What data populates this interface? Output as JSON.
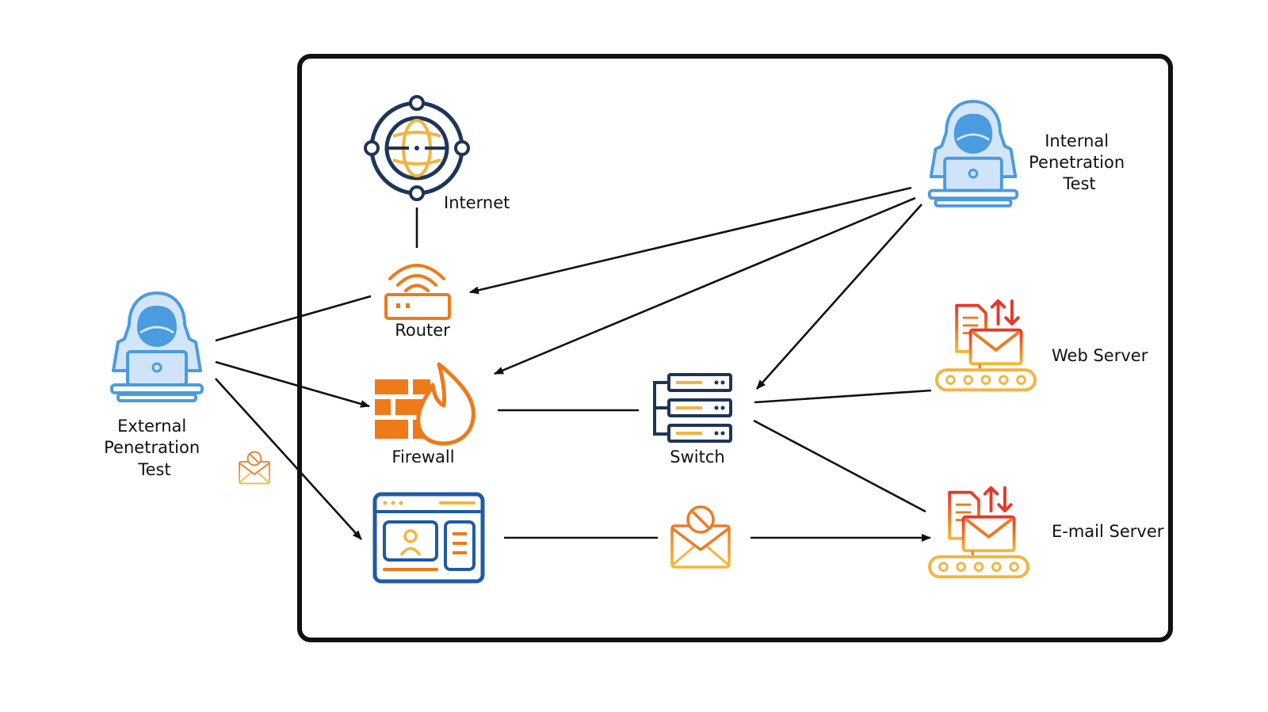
{
  "diagram": {
    "nodes": {
      "internet": {
        "label": "Internet",
        "icon": "globe-network-icon"
      },
      "router": {
        "label": "Router",
        "icon": "wifi-router-icon"
      },
      "firewall": {
        "label": "Firewall",
        "icon": "firewall-icon"
      },
      "switch": {
        "label": "Switch",
        "icon": "server-stack-icon"
      },
      "web_server": {
        "label": "Web Server",
        "icon": "mail-server-icon"
      },
      "email_server": {
        "label": "E-mail Server",
        "icon": "mail-server-icon"
      },
      "web_app": {
        "label": "",
        "icon": "browser-window-user-icon"
      },
      "mail": {
        "label": "",
        "icon": "blocked-mail-icon"
      },
      "external_tester": {
        "label_lines": [
          "External",
          "Penetration",
          "Test"
        ],
        "icon": "hacker-laptop-icon"
      },
      "internal_tester": {
        "label_lines": [
          "Internal",
          "Penetration",
          "Test"
        ],
        "icon": "hacker-laptop-icon"
      }
    },
    "edges": [
      {
        "from": "internet",
        "to": "router",
        "arrow": false
      },
      {
        "from": "external_tester",
        "to": "router",
        "arrow": false
      },
      {
        "from": "external_tester",
        "to": "firewall",
        "arrow": true
      },
      {
        "from": "external_tester",
        "to": "web_app",
        "arrow": true
      },
      {
        "from": "internal_tester",
        "to": "router",
        "arrow": true
      },
      {
        "from": "internal_tester",
        "to": "firewall",
        "arrow": true
      },
      {
        "from": "internal_tester",
        "to": "switch",
        "arrow": true
      },
      {
        "from": "firewall",
        "to": "switch",
        "arrow": false
      },
      {
        "from": "web_server",
        "to": "switch",
        "arrow": false
      },
      {
        "from": "switch",
        "to": "email_server",
        "arrow": false
      },
      {
        "from": "web_app",
        "to": "mail",
        "arrow": false
      },
      {
        "from": "mail",
        "to": "email_server",
        "arrow": true
      }
    ],
    "colors": {
      "border": "#111111",
      "hacker_blue": "#4a9be0",
      "hacker_fill": "#cfe4f8",
      "navy": "#1e3557",
      "orange": "#ee7a1a",
      "amber": "#f5b342",
      "red": "#e8362c",
      "browser_blue": "#1f5aa6"
    }
  }
}
